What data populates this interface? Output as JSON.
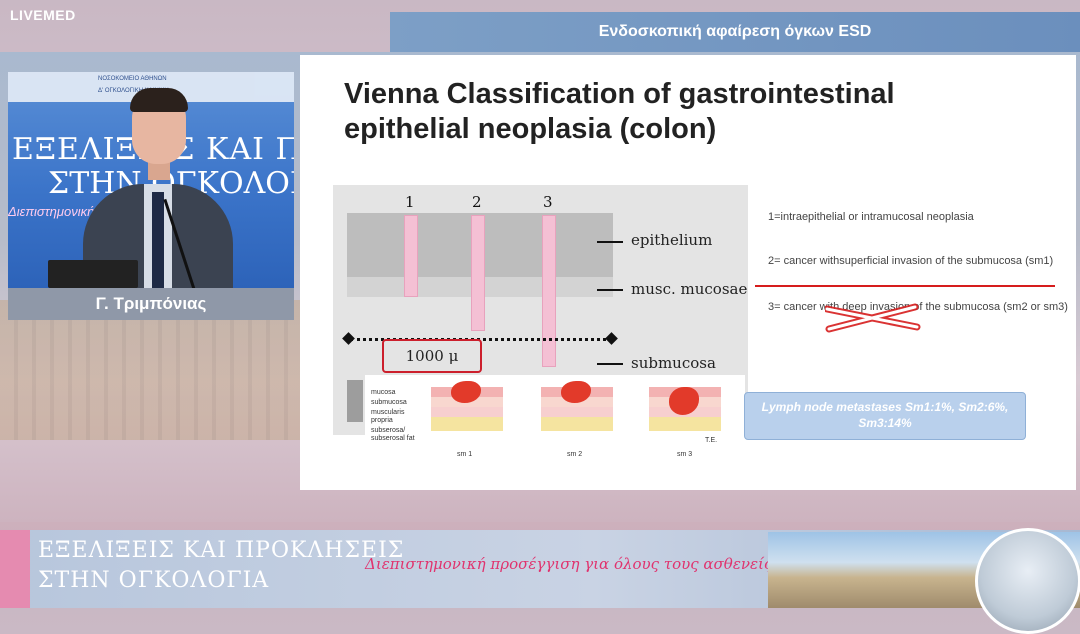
{
  "broadcast": {
    "logo": "LIVEMED",
    "session_title": "Ενδοσκοπική αφαίρεση όγκων ESD"
  },
  "video": {
    "backdrop_line1": "ΕΞΕΛΙΞΕΙΣ ΚΑΙ ΠΡΟΚΛΗΣΕΙ",
    "backdrop_line2": "ΣΤΗΝ ΟΓΚΟΛΟΓΙΑ",
    "backdrop_slogan": "Διεπιστημονική προσέγγιση ... ς μας",
    "logo_text_1": "ΝΟΣΟΚΟΜΕΙΟ ΑΘΗΝΩΝ",
    "logo_text_2": "Δ' ΟΓΚΟΛΟΓΙΚΗ ΚΛΙΝΙΚΗ",
    "speaker_name": "Γ. Τριμπόνιας"
  },
  "slide": {
    "title": "Vienna Classification of gastrointestinal epithelial neoplasia (colon)",
    "diagram": {
      "numbers": [
        "1",
        "2",
        "3"
      ],
      "layers": [
        "epithelium",
        "musc. mucosae",
        "submucosa"
      ],
      "distance": "1000 μ",
      "histology_labels": [
        "mucosa",
        "submucosa",
        "muscularis propria",
        "subserosa/ subserosal fat"
      ],
      "histology_captions": [
        "sm 1",
        "sm 2",
        "sm 3"
      ],
      "credit": "T.E."
    },
    "legend": [
      "1=intraepithelial or intramucosal neoplasia",
      "2= cancer withsuperficial invasion of the submucosa (sm1)",
      "3= cancer with deep invasion of the submucosa (sm2 or sm3)"
    ],
    "lymph_box": "Lymph node metastases Sm1:1%, Sm2:6%, Sm3:14%",
    "accent_red": "#d61d1d"
  },
  "banner": {
    "title_line1": "ΕΞΕΛΙΞΕΙΣ ΚΑΙ ΠΡΟΚΛΗΣΕΙΣ",
    "title_line2": "ΣΤΗΝ ΟΓΚΟΛΟΓΙΑ",
    "slogan": "Διεπιστημονική προσέγγιση για όλους τους ασθενείς μας"
  }
}
